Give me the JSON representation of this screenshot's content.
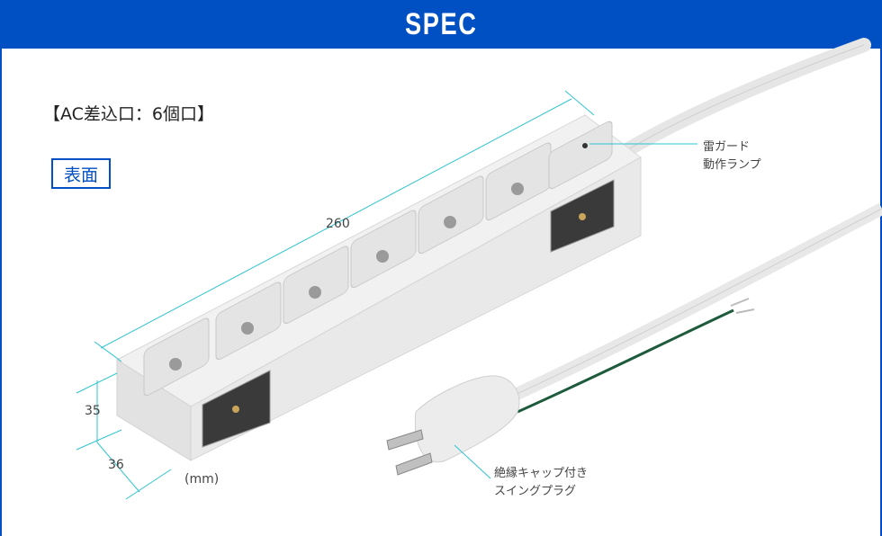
{
  "header": {
    "title": "SPEC"
  },
  "section_title": "【AC差込口：6個口】",
  "view_badge": "表面",
  "dimensions": {
    "length": "260",
    "height": "35",
    "width": "36",
    "unit": "(mm)"
  },
  "callouts": {
    "lamp": [
      "雷ガード",
      "動作ランプ"
    ],
    "plug": [
      "絶縁キャップ付き",
      "スイングプラグ"
    ]
  },
  "colors": {
    "brand": "#0050c3",
    "dimension_line": "#2ec4d0"
  }
}
